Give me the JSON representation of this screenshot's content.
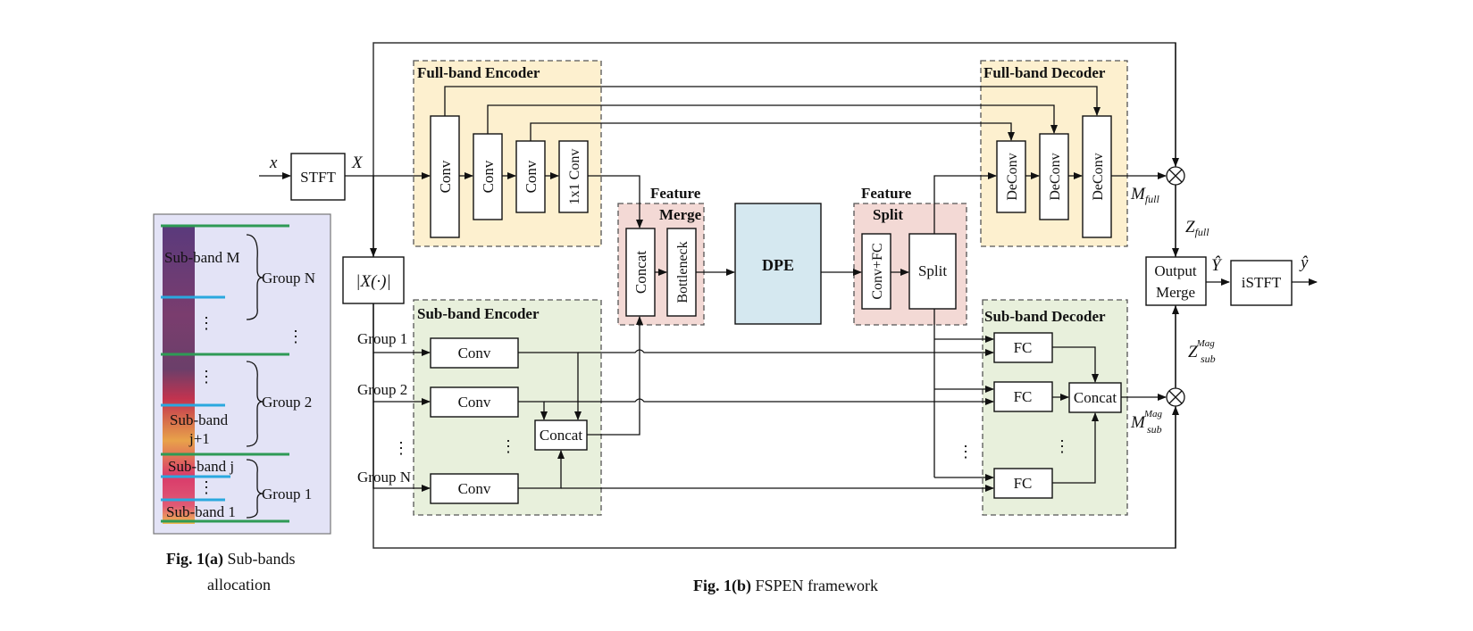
{
  "colors": {
    "encoder_panel": "#fdf0cf",
    "subband_panel": "#e8f0dc",
    "fusion_panel": "#f3d9d5",
    "dpe_fill": "#d5e8f0",
    "spectrogram_frame": "#e3e3f6",
    "green_line": "#2e9a55",
    "blue_line": "#2aa8df"
  },
  "fig_a": {
    "labels": {
      "sub_band_M": "Sub-band M",
      "group_N": "Group N",
      "vdots_top": "⋮",
      "vdots_right": "⋮",
      "vdots_mid": "⋮",
      "group_2": "Group 2",
      "sub_band_j1_line1": "Sub-band",
      "sub_band_j1_line2": "j+1",
      "sub_band_j": "Sub-band j",
      "vdots_bottom": "⋮",
      "group_1": "Group 1",
      "sub_band_1": "Sub-band 1"
    },
    "caption_bold": "Fig. 1(a)",
    "caption_text": " Sub-bands",
    "caption_line2": "allocation"
  },
  "fig_b": {
    "input_x": "x",
    "stft": "STFT",
    "spec_X": "X",
    "mag": "|X(·)|",
    "full_band_encoder": {
      "title": "Full-band Encoder",
      "blocks": [
        "Conv",
        "Conv",
        "Conv",
        "1x1 Conv"
      ]
    },
    "feature_merge": {
      "title_line1": "Feature",
      "title_line2": "Merge",
      "concat": "Concat",
      "bottleneck": "Bottleneck"
    },
    "dpe": "DPE",
    "feature_split": {
      "title_line1": "Feature",
      "title_line2": "Split",
      "conv_fc": "Conv+FC",
      "split": "Split"
    },
    "full_band_decoder": {
      "title": "Full-band Decoder",
      "blocks": [
        "DeConv",
        "DeConv",
        "DeConv"
      ]
    },
    "sub_band_encoder": {
      "title": "Sub-band Encoder",
      "groups": [
        "Group 1",
        "Group 2",
        "⋮",
        "Group N"
      ],
      "conv": [
        "Conv",
        "Conv",
        "Conv"
      ],
      "vdots": "⋮",
      "concat": "Concat"
    },
    "sub_band_decoder": {
      "title": "Sub-band Decoder",
      "fc": [
        "FC",
        "FC",
        "FC"
      ],
      "vdots": "⋮",
      "concat": "Concat"
    },
    "split_vdots": "⋮",
    "M_full": "M",
    "M_full_sub": "full",
    "Z_full": "Z",
    "Z_full_sub": "full",
    "Z_sub": "Z",
    "Z_sub_sup": "Mag",
    "Z_sub_sub": "sub",
    "M_sub": "M",
    "M_sub_sup": "Mag",
    "M_sub_sub": "sub",
    "output_merge_line1": "Output",
    "output_merge_line2": "Merge",
    "Y_hat": "Ŷ",
    "istft": "iSTFT",
    "y_hat": "ŷ",
    "caption_bold": "Fig. 1(b)",
    "caption_text": " FSPEN framework"
  }
}
